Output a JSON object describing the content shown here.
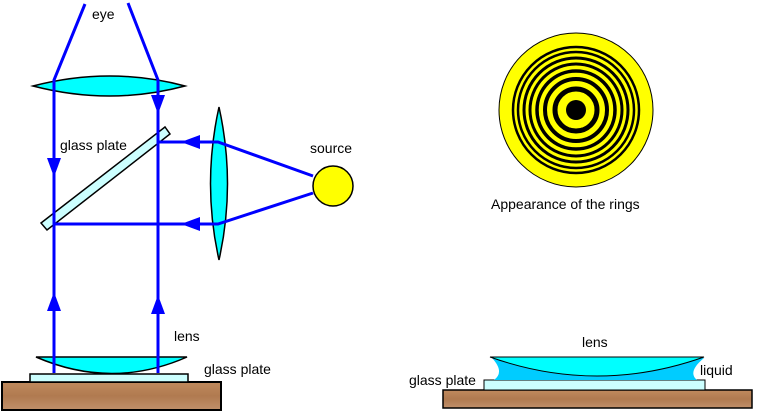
{
  "labels": {
    "eye": "eye",
    "glass_plate_mirror": "glass plate",
    "source": "source",
    "lens": "lens",
    "glass_plate_bottom": "glass plate",
    "rings_caption": "Appearance of the rings",
    "detail_lens": "lens",
    "detail_glass_plate": "glass plate",
    "detail_liquid": "liquid"
  },
  "colors": {
    "ray": "#0000ff",
    "lens": "#00ffff",
    "glass": "#ccffff",
    "source": "#ffff00",
    "wood": "#b5835a",
    "ring_dark": "#000000",
    "liquid": "#00ccff"
  }
}
